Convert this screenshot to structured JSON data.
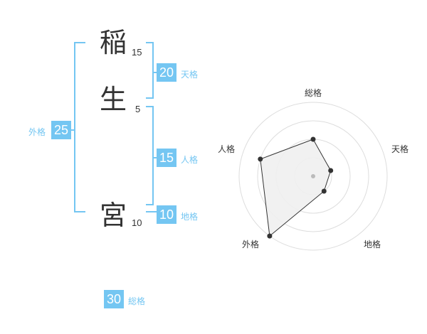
{
  "name": {
    "chars": [
      {
        "char": "稲",
        "strokes": "15"
      },
      {
        "char": "生",
        "strokes": "5"
      },
      {
        "char": "宮",
        "strokes": "10"
      }
    ]
  },
  "scores": {
    "tenkaku": {
      "value": "20",
      "label": "天格"
    },
    "jinkaku": {
      "value": "15",
      "label": "人格"
    },
    "chikaku": {
      "value": "10",
      "label": "地格"
    },
    "gaikaku": {
      "value": "25",
      "label": "外格"
    },
    "soukaku": {
      "value": "30",
      "label": "総格"
    }
  },
  "colors": {
    "accent": "#74c6f2",
    "text": "#333333",
    "radar_fill": "#efefef",
    "radar_ring": "#dddddd"
  },
  "chart_data": {
    "type": "radar",
    "axes": [
      "総格",
      "天格",
      "地格",
      "外格",
      "人格"
    ],
    "values": [
      2,
      1,
      1,
      4,
      3
    ],
    "rmax": 4,
    "rings": 4
  }
}
